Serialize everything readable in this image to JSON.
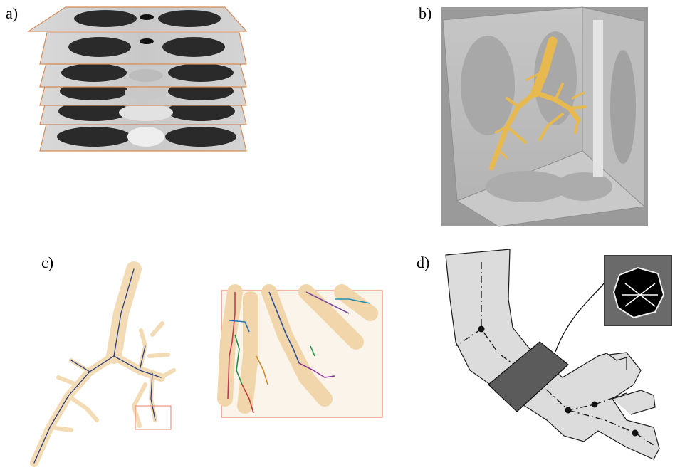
{
  "figure": {
    "panels": [
      {
        "id": "a",
        "label": "a)"
      },
      {
        "id": "b",
        "label": "b)"
      },
      {
        "id": "c",
        "label": "c)"
      },
      {
        "id": "d",
        "label": "d)"
      }
    ]
  },
  "colors": {
    "airway_gold": "#e7b94f",
    "airway_pale": "#f3dcb5",
    "slice_border": "#d48a5a",
    "ct_background": "#9a9a9a",
    "zoom_box": "#e8826a",
    "centerline": "#2b3f7a"
  }
}
